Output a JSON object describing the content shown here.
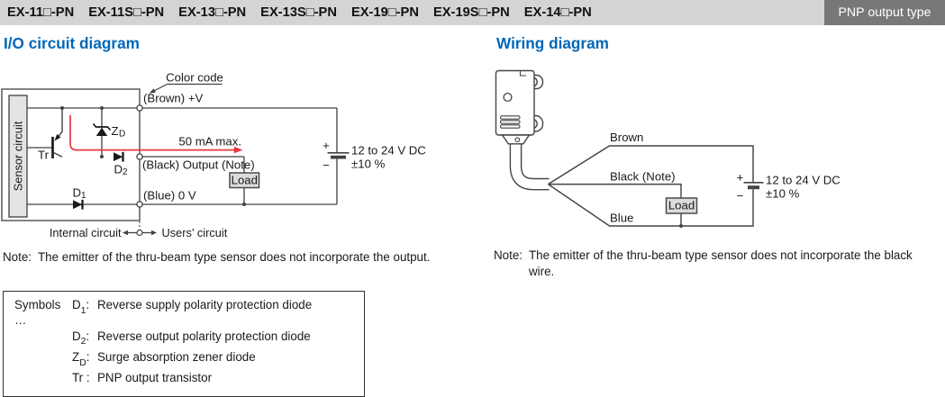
{
  "header": {
    "models": [
      "EX-11□-PN",
      "EX-11S□-PN",
      "EX-13□-PN",
      "EX-13S□-PN",
      "EX-19□-PN",
      "EX-19S□-PN",
      "EX-14□-PN"
    ],
    "badge": "PNP output type"
  },
  "colors": {
    "heading_blue": "#0067b8",
    "current_red": "#e8373d",
    "badge_gray": "#77787a",
    "bar_gray": "#d3d4d6",
    "line_gray": "#404040"
  },
  "io_section": {
    "title": "I/O circuit diagram",
    "labels": {
      "sensor_box": "Sensor circuit",
      "color_code": "Color code",
      "terminal_brown": "(Brown) +V",
      "terminal_black": "(Black) Output (Note)",
      "terminal_blue": "(Blue) 0 V",
      "current_max": "50 mA max.",
      "load": "Load",
      "tr": "Tr",
      "zd_main": "Z",
      "zd_sub": "D",
      "d1_main": "D",
      "d1_sub": "1",
      "d2_main": "D",
      "d2_sub": "2",
      "supply_plus": "+",
      "supply_minus": "−",
      "supply_voltage": "12 to 24 V DC",
      "supply_tolerance": "±10 %",
      "boundary_left": "Internal circuit",
      "boundary_right": "Users’ circuit"
    },
    "note": {
      "label": "Note:",
      "text": "The emitter of the thru-beam type sensor does not incorporate the output."
    }
  },
  "symbols_box": {
    "prefix": "Symbols …",
    "items": [
      {
        "sym": "D",
        "sub": "1",
        "sep": ":",
        "desc": "Reverse supply polarity protection diode"
      },
      {
        "sym": "D",
        "sub": "2",
        "sep": ":",
        "desc": "Reverse output polarity protection diode"
      },
      {
        "sym": "Z",
        "sub": "D",
        "sep": ":",
        "desc": "Surge absorption zener diode"
      },
      {
        "sym": "Tr",
        "sub": "",
        "sep": " :",
        "desc": "PNP output transistor"
      }
    ]
  },
  "wiring_section": {
    "title": "Wiring diagram",
    "labels": {
      "wire_brown": "Brown",
      "wire_black": "Black (Note)",
      "wire_blue": "Blue",
      "load": "Load",
      "supply_plus": "+",
      "supply_minus": "−",
      "supply_voltage": "12 to 24 V DC",
      "supply_tolerance": "±10 %"
    },
    "note": {
      "label": "Note:",
      "text": "The emitter of the thru-beam type sensor does not incorporate the black wire."
    }
  }
}
